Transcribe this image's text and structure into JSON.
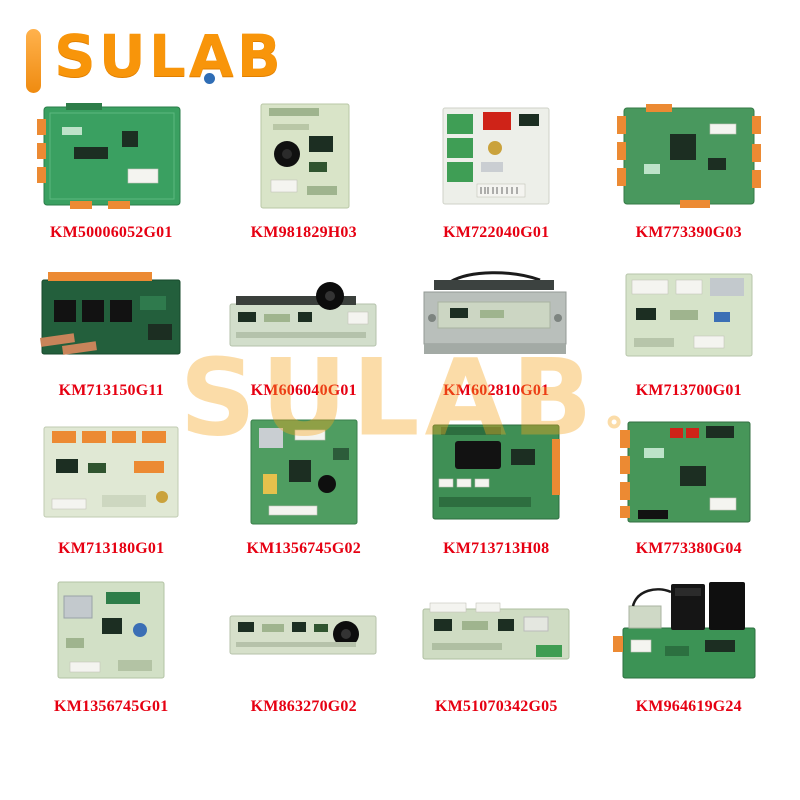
{
  "logo": {
    "text": "SULAB"
  },
  "watermark": {
    "text": "SULAB"
  },
  "colors": {
    "logo_orange": "#f8950a",
    "logo_dot_blue": "#2f6db5",
    "part_number_red": "#e60012",
    "watermark_orange": "#f7a51c",
    "pcb_green": "#3f9055"
  },
  "grid": {
    "items": [
      {
        "part_number": "KM50006052G01"
      },
      {
        "part_number": "KM981829H03"
      },
      {
        "part_number": "KM722040G01"
      },
      {
        "part_number": "KM773390G03"
      },
      {
        "part_number": "KM713150G11"
      },
      {
        "part_number": "KM606040G01"
      },
      {
        "part_number": "KM602810G01"
      },
      {
        "part_number": "KM713700G01"
      },
      {
        "part_number": "KM713180G01"
      },
      {
        "part_number": "KM1356745G02"
      },
      {
        "part_number": "KM713713H08"
      },
      {
        "part_number": "KM773380G04"
      },
      {
        "part_number": "KM1356745G01"
      },
      {
        "part_number": "KM863270G02"
      },
      {
        "part_number": "KM51070342G05"
      },
      {
        "part_number": "KM964619G24"
      }
    ]
  }
}
